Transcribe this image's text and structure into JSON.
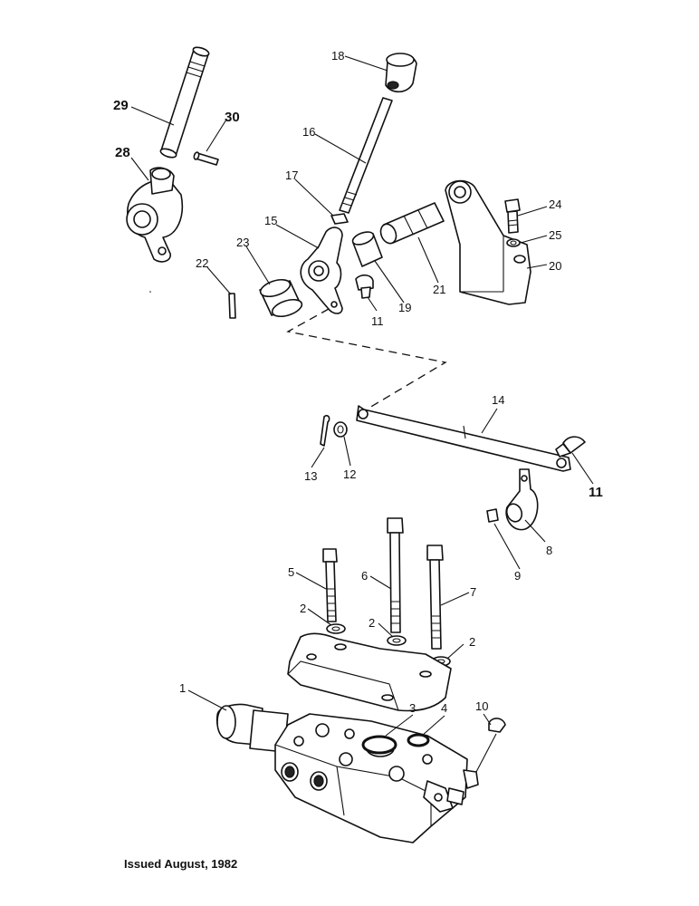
{
  "callouts": [
    {
      "id": "c1",
      "text": "1"
    },
    {
      "id": "c2a",
      "text": "2"
    },
    {
      "id": "c2b",
      "text": "2"
    },
    {
      "id": "c2c",
      "text": "2"
    },
    {
      "id": "c3",
      "text": "3"
    },
    {
      "id": "c4",
      "text": "4"
    },
    {
      "id": "c5",
      "text": "5"
    },
    {
      "id": "c6",
      "text": "6"
    },
    {
      "id": "c7",
      "text": "7"
    },
    {
      "id": "c8",
      "text": "8"
    },
    {
      "id": "c9",
      "text": "9"
    },
    {
      "id": "c10",
      "text": "10"
    },
    {
      "id": "c11a",
      "text": "11"
    },
    {
      "id": "c11b",
      "text": "11"
    },
    {
      "id": "c12",
      "text": "12"
    },
    {
      "id": "c13",
      "text": "13"
    },
    {
      "id": "c14",
      "text": "14"
    },
    {
      "id": "c15",
      "text": "15"
    },
    {
      "id": "c16",
      "text": "16"
    },
    {
      "id": "c17",
      "text": "17"
    },
    {
      "id": "c18",
      "text": "18"
    },
    {
      "id": "c19",
      "text": "19"
    },
    {
      "id": "c20",
      "text": "20"
    },
    {
      "id": "c21",
      "text": "21"
    },
    {
      "id": "c22",
      "text": "22"
    },
    {
      "id": "c23",
      "text": "23"
    },
    {
      "id": "c24",
      "text": "24"
    },
    {
      "id": "c25",
      "text": "25"
    },
    {
      "id": "c28",
      "text": "28"
    },
    {
      "id": "c29",
      "text": "29"
    },
    {
      "id": "c30",
      "text": "30"
    }
  ],
  "footer": {
    "issued": "Issued August, 1982"
  }
}
